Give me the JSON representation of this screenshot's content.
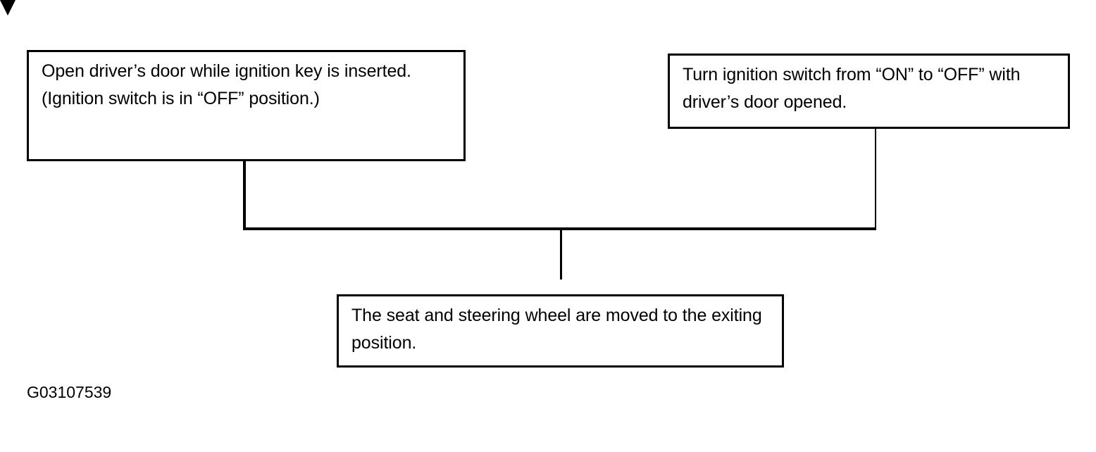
{
  "diagram": {
    "type": "flowchart",
    "caption": "G03107539",
    "colors": {
      "background": "#ffffff",
      "stroke": "#000000",
      "text": "#000000"
    },
    "nodes": [
      {
        "id": "open-door",
        "text": "Open driver’s door while ignition key is inserted. (Ignition switch is in “OFF” position.)"
      },
      {
        "id": "turn-switch",
        "text": "Turn ignition switch from “ON” to “OFF” with driver’s door opened."
      },
      {
        "id": "result",
        "text": "The seat and steering wheel are moved to the exiting position."
      }
    ],
    "edges": [
      {
        "from": "open-door",
        "to": "result",
        "style": "orthogonal"
      },
      {
        "from": "turn-switch",
        "to": "result",
        "style": "orthogonal",
        "arrowhead": "solid-triangle"
      }
    ]
  }
}
